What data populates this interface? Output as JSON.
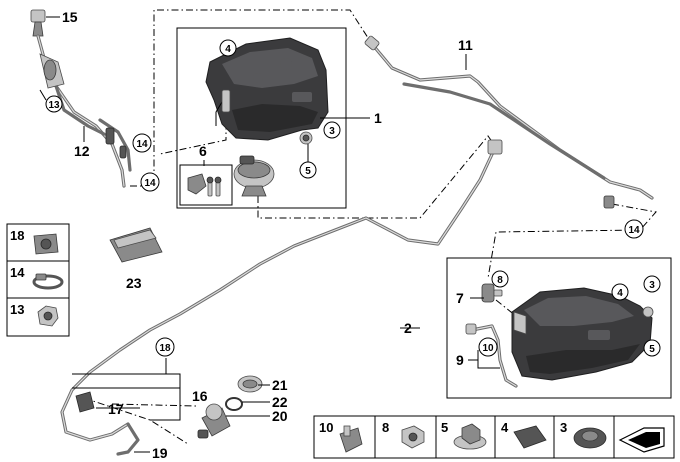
{
  "callouts": {
    "n1": "1",
    "n2": "2",
    "n3a": "3",
    "n3b": "3",
    "n4a": "4",
    "n4b": "4",
    "n5a": "5",
    "n5b": "5",
    "n6": "6",
    "n7": "7",
    "n8": "8",
    "n9": "9",
    "n10": "10",
    "n11": "11",
    "n12": "12",
    "n13": "13",
    "n14a": "14",
    "n14b": "14",
    "n14c": "14",
    "n15": "15",
    "n16": "16",
    "n17": "17",
    "n18": "18",
    "n19": "19",
    "n20": "20",
    "n21": "21",
    "n22": "22",
    "n23": "23"
  },
  "legend_left": [
    "18",
    "14",
    "13"
  ],
  "legend_bottom": [
    "10",
    "8",
    "5",
    "4",
    "3"
  ],
  "colors": {
    "tank": "#3b3b3d",
    "pipe": "#6e6e6e",
    "part": "#8a8a8a",
    "line": "#000000"
  },
  "icons": {
    "footer_arrow": "arrow-icon"
  }
}
